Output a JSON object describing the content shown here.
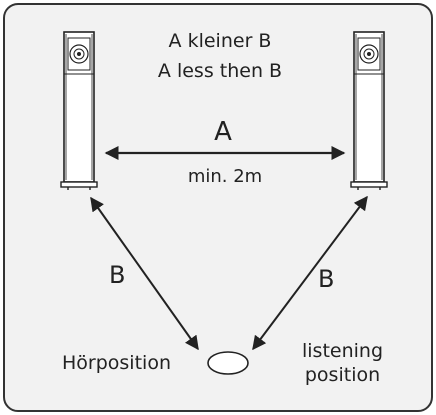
{
  "diagram": {
    "title_de": "A kleiner B",
    "title_en": "A less then B",
    "label_a": "A",
    "min_distance": "min. 2m",
    "label_b_left": "B",
    "label_b_right": "B",
    "listening_de": "Hörposition",
    "listening_en_line1": "listening",
    "listening_en_line2": "position"
  },
  "colors": {
    "frame_bg": "#f2f2f2",
    "frame_border": "#333333",
    "stroke": "#222222"
  }
}
